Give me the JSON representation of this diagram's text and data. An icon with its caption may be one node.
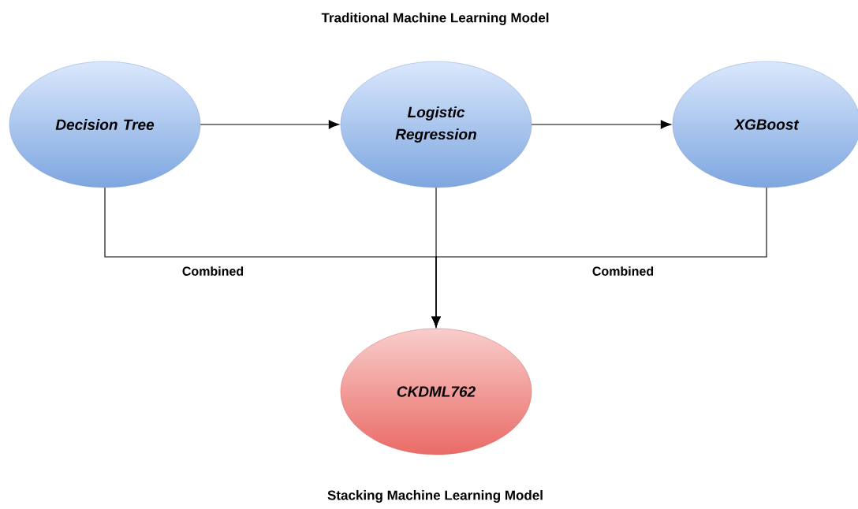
{
  "diagram": {
    "title": "Traditional Machine Learning Model",
    "caption": "Stacking Machine Learning Model",
    "nodes": [
      {
        "text": [
          "Decision Tree"
        ]
      },
      {
        "text": [
          "Logistic Regression"
        ]
      },
      {
        "text": [
          "XGBoost"
        ]
      },
      {
        "text": [
          "CKDML762"
        ]
      }
    ],
    "edges": [
      {
        "from": 0,
        "to": 1,
        "arrow": "to"
      },
      {
        "from": 1,
        "to": 2,
        "arrow": "to"
      },
      {
        "from": 0,
        "to": 3,
        "arrow": "to",
        "label": "Combined"
      },
      {
        "from": 1,
        "to": 3,
        "arrow": "to"
      },
      {
        "from": 2,
        "to": 3,
        "arrow": "to",
        "label": "Combined"
      }
    ]
  }
}
